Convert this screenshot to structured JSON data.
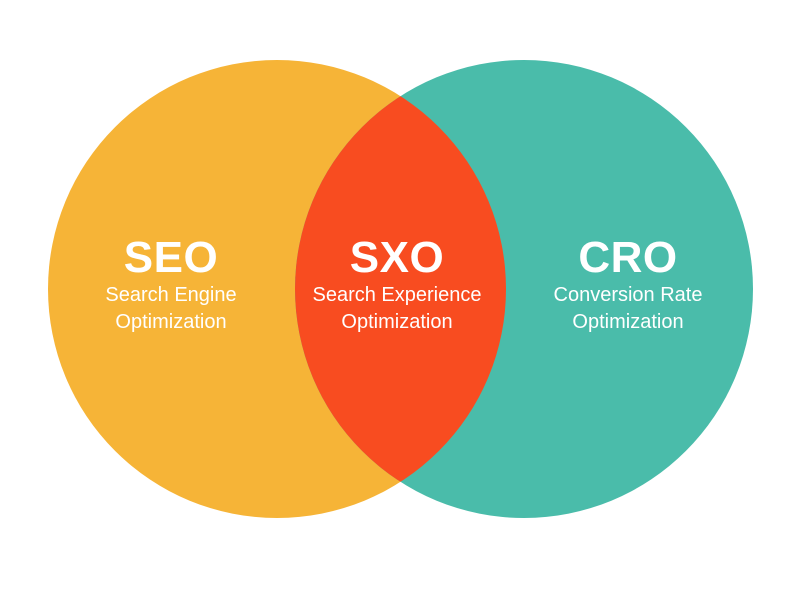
{
  "venn": {
    "type": "venn",
    "background_color": "#ffffff",
    "text_color": "#ffffff",
    "sets": [
      {
        "acronym": "SEO",
        "label_line1": "Search Engine",
        "label_line2": "Optimization",
        "color": "#f6b437",
        "region": "left-circle"
      },
      {
        "acronym": "SXO",
        "label_line1": "Search Experience",
        "label_line2": "Optimization",
        "color": "#f84c20",
        "region": "intersection"
      },
      {
        "acronym": "CRO",
        "label_line1": "Conversion Rate",
        "label_line2": "Optimization",
        "color": "#4abcaa",
        "region": "right-circle"
      }
    ]
  }
}
